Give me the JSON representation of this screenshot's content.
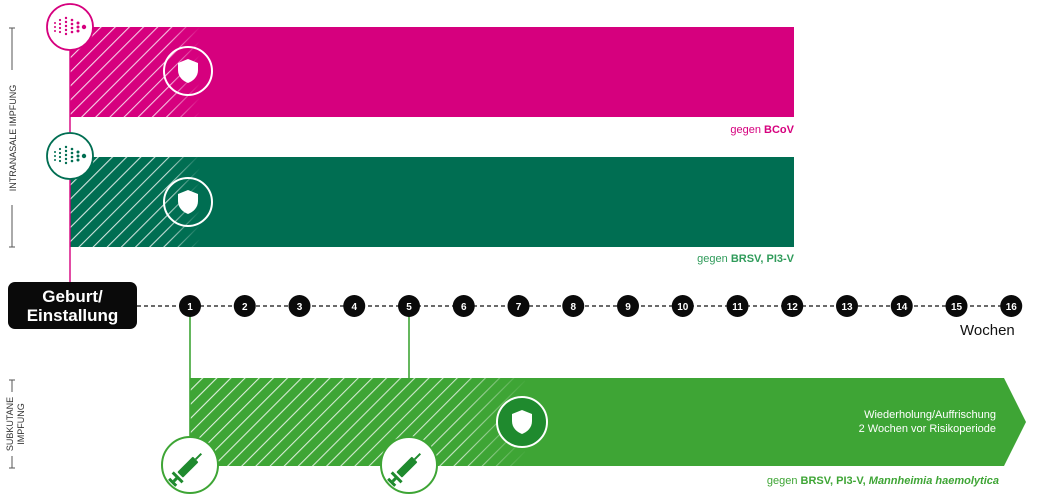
{
  "colors": {
    "magenta": "#d6007e",
    "teal": "#006e52",
    "green": "#3ea535",
    "dark_green": "#1f8a2e",
    "black": "#0a0a0a"
  },
  "sections": {
    "intranasal": "INTRANASALE IMPFUNG",
    "subcutaneous_line1": "SUBKUTANE",
    "subcutaneous_line2": "IMPFUNG"
  },
  "birth_label_line1": "Geburt/",
  "birth_label_line2": "Einstallung",
  "weeks": [
    "1",
    "2",
    "3",
    "4",
    "5",
    "6",
    "7",
    "8",
    "9",
    "10",
    "11",
    "12",
    "13",
    "14",
    "15",
    "16"
  ],
  "weeks_unit": "Wochen",
  "bars": [
    {
      "id": "bcov",
      "color": "magenta",
      "label_prefix": "gegen ",
      "label_bold": "BCoV",
      "icon": "nasal-spray-icon"
    },
    {
      "id": "brsv",
      "color": "teal",
      "label_prefix": "gegen ",
      "label_bold": "BRSV, PI3-V",
      "icon": "nasal-spray-icon"
    }
  ],
  "subcutaneous": {
    "label_prefix": "gegen ",
    "label_bold": "BRSV, PI3-V, ",
    "label_italic": "Mannheimia haemolytica",
    "note_line1": "Wiederholung/Auffrischung",
    "note_line2": "2 Wochen vor Risikoperiode",
    "dose_weeks": [
      1,
      5
    ],
    "icon": "syringe-icon"
  }
}
